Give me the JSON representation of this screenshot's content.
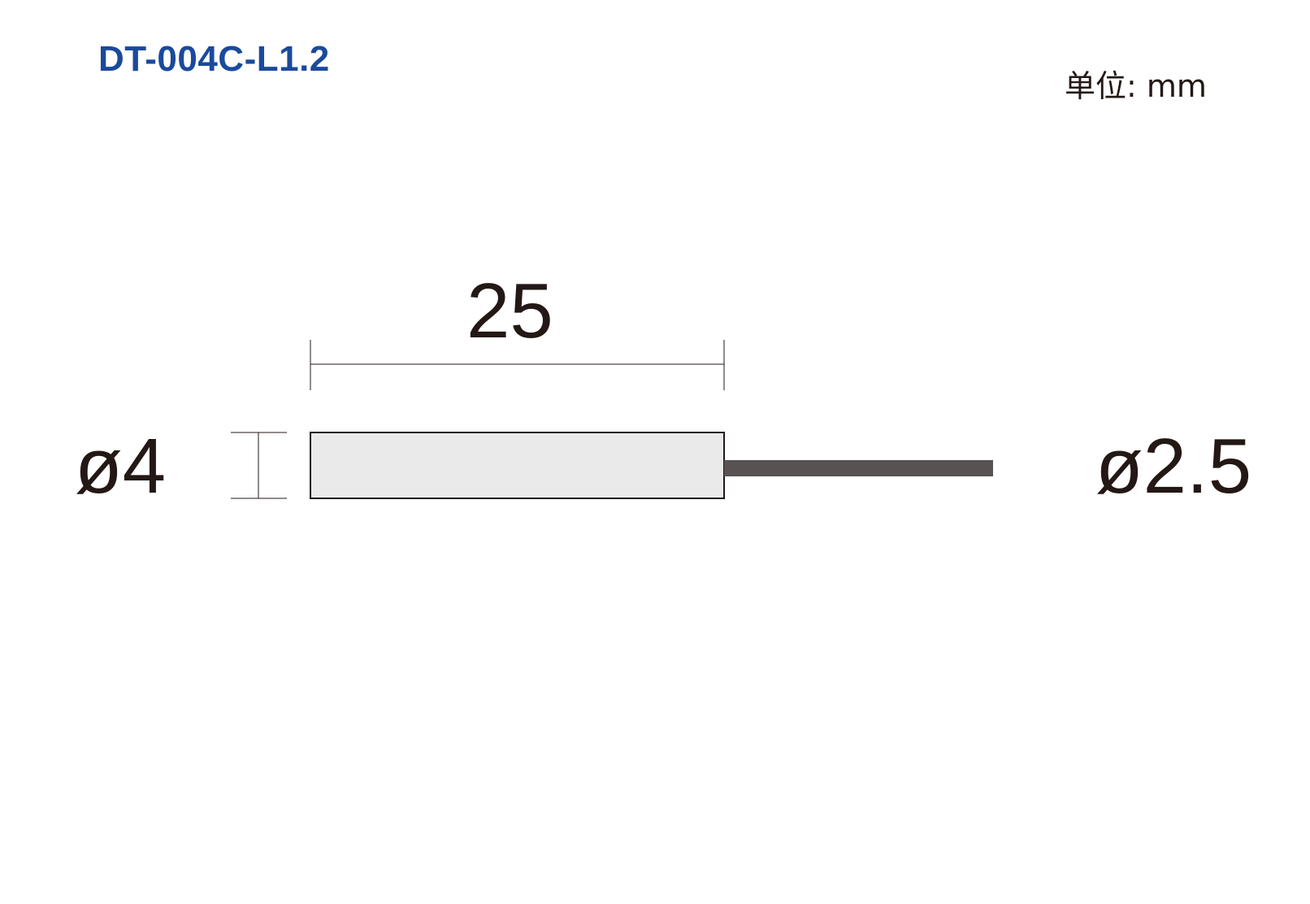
{
  "header": {
    "model_number": "DT-004C-L1.2",
    "unit_label": "单位: mm"
  },
  "dimensions": {
    "body_length": "25",
    "body_diameter": "ø4",
    "cable_diameter": "ø2.5"
  },
  "colors": {
    "title": "#1a4a9c",
    "text": "#231815",
    "body_fill": "#eaeaeb",
    "body_stroke": "#231815",
    "cable_fill": "#595253",
    "dimension_line": "#231815"
  }
}
